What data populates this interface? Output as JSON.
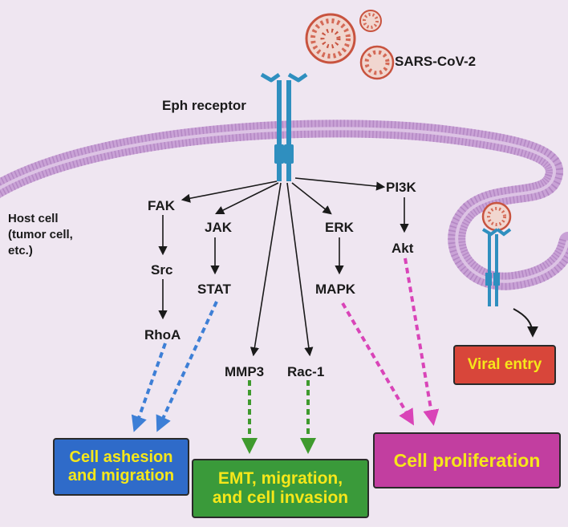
{
  "virus": {
    "label": "SARS-CoV-2"
  },
  "receptor": {
    "label": "Eph receptor"
  },
  "host_cell": {
    "line1": "Host cell",
    "line2": "(tumor cell,",
    "line3": "etc.)"
  },
  "nodes": {
    "fak": "FAK",
    "src": "Src",
    "rhoa": "RhoA",
    "jak": "JAK",
    "stat": "STAT",
    "mmp3": "MMP3",
    "rac1": "Rac-1",
    "erk": "ERK",
    "mapk": "MAPK",
    "pi3k": "PI3K",
    "akt": "Akt"
  },
  "outcomes": {
    "adhesion": {
      "line1": "Cell ashesion",
      "line2": "and migration",
      "color": "#2f6bc9"
    },
    "emt": {
      "line1": "EMT, migration,",
      "line2": "and cell invasion",
      "color": "#3a9a3a"
    },
    "proliferation": {
      "line1": "Cell proliferation",
      "color": "#c23ea0"
    },
    "viral_entry": {
      "line1": "Viral entry",
      "color": "#d8463a"
    }
  },
  "colors": {
    "background": "#efe6f1",
    "membrane": "#c9a2d6",
    "receptor": "#2f8fbf",
    "virus": "#c8533f",
    "text_yellow": "#f6e71a",
    "arrow_blue": "#3d7fd6",
    "arrow_green": "#3f9a2e",
    "arrow_pink": "#d944b8"
  }
}
